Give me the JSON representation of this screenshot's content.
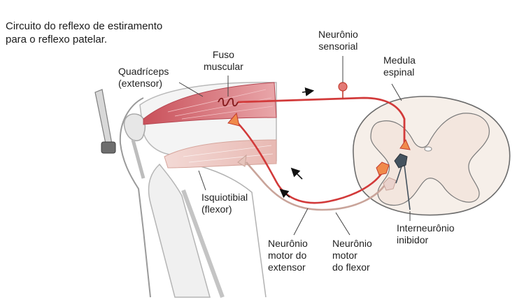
{
  "figure": {
    "title_line1": "Circuito do reflexo de estiramento",
    "title_line2": "para o reflexo patelar.",
    "labels": {
      "quadriceps_1": "Quadríceps",
      "quadriceps_2": "(extensor)",
      "fuso_1": "Fuso",
      "fuso_2": "muscular",
      "sensory_1": "Neurônio",
      "sensory_2": "sensorial",
      "medula_1": "Medula",
      "medula_2": "espinal",
      "isquio_1": "Isquiotibial",
      "isquio_2": "(flexor)",
      "motor_ext_1": "Neurônio",
      "motor_ext_2": "motor do",
      "motor_ext_3": "extensor",
      "motor_flex_1": "Neurônio",
      "motor_flex_2": "motor",
      "motor_flex_3": "do flexor",
      "inter_1": "Interneurônio",
      "inter_2": "inibidor"
    },
    "colors": {
      "sensory_line": "#d23a3a",
      "muscle_fill": "#e08a8f",
      "flexor_fill": "#efc9c4",
      "flexor_line": "#c9a49a",
      "interneuron": "#44525e",
      "cord_fill": "#f5ece6"
    }
  }
}
